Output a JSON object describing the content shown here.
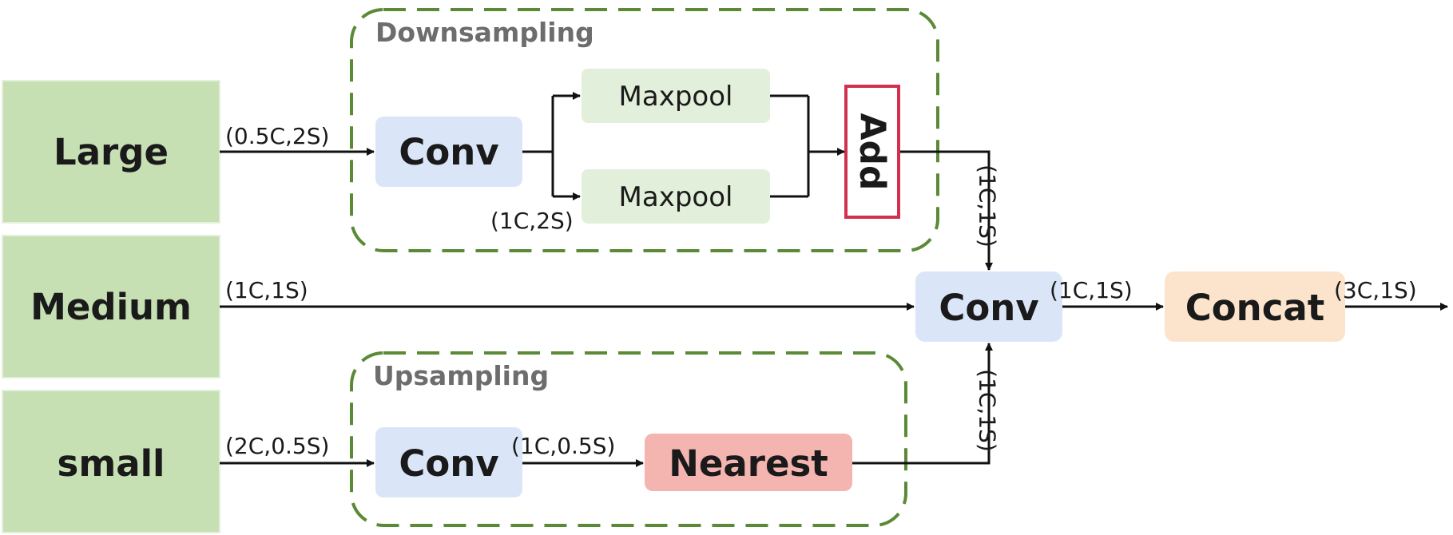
{
  "colors": {
    "input": "#c6e0b4",
    "conv": "#dae6f8",
    "maxpool": "#e2efda",
    "add_border": "#d2304f",
    "nearest": "#f4b4b0",
    "concat": "#fce4cc",
    "group_border": "#5a8a35",
    "group_label": "#6d6d6d",
    "line": "#111111"
  },
  "inputs": {
    "large": "Large",
    "medium": "Medium",
    "small": "small"
  },
  "groups": {
    "downsampling": "Downsampling",
    "upsampling": "Upsampling"
  },
  "nodes": {
    "down_conv": "Conv",
    "maxpool_top": "Maxpool",
    "maxpool_bottom": "Maxpool",
    "add": "Add",
    "up_conv": "Conv",
    "nearest": "Nearest",
    "fuse_conv": "Conv",
    "concat": "Concat"
  },
  "edge_labels": {
    "large_in": "(0.5C,2S)",
    "down_conv_out": "(1C,2S)",
    "add_out": "(1C,1S)",
    "medium_in": "(1C,1S)",
    "small_in": "(2C,0.5S)",
    "up_conv_out": "(1C,0.5S)",
    "nearest_out": "(1C,1S)",
    "fuse_out": "(1C,1S)",
    "concat_out": "(3C,1S)"
  }
}
